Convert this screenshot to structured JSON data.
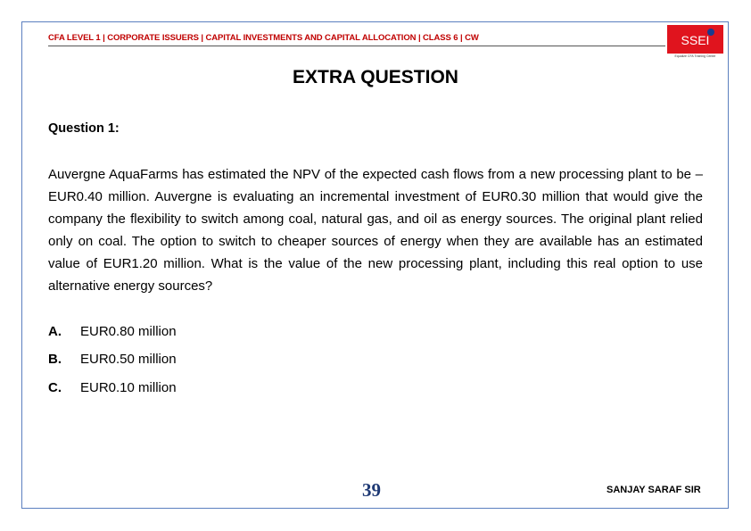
{
  "header": {
    "course_line": "CFA LEVEL 1 | CORPORATE ISSUERS | CAPITAL INVESTMENTS AND CAPITAL ALLOCATION | CLASS 6 | CW",
    "logo_text": "SSEI",
    "logo_tagline": "Equalize CFA Training Center",
    "brand_color": "#e0141e"
  },
  "title": "EXTRA QUESTION",
  "question": {
    "label": "Question 1:",
    "text": "Auvergne AquaFarms has estimated the NPV of the expected cash flows from a new processing plant to be –EUR0.40 million. Auvergne is evaluating an incremental investment of EUR0.30 million that would give the company the flexibility to switch among coal, natural gas, and oil as energy sources. The original plant relied only on coal. The option to switch to cheaper sources of energy when they are available has an estimated value of EUR1.20 million. What is the value of the new processing plant, including this real option to use alternative energy sources?",
    "options": [
      {
        "letter": "A.",
        "text": "EUR0.80 million"
      },
      {
        "letter": "B.",
        "text": "EUR0.50 million"
      },
      {
        "letter": "C.",
        "text": "EUR0.10 million"
      }
    ]
  },
  "footer": {
    "page_number": "39",
    "author": "SANJAY SARAF SIR"
  }
}
